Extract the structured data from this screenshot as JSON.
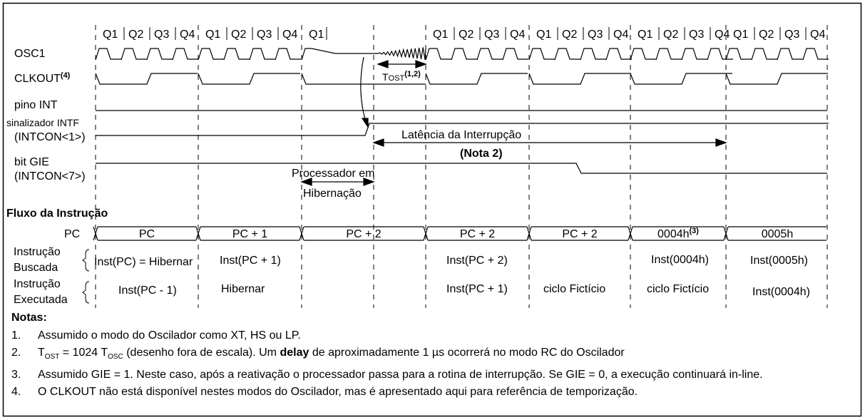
{
  "quarters": [
    "Q1",
    "Q2",
    "Q3",
    "Q4"
  ],
  "signals": {
    "osc1": "OSC1",
    "clkout": "CLKOUT",
    "clkout_note": "(4)",
    "pino_int": "pino INT",
    "intf_line1": "sinalizador  INTF",
    "intf_line2": "(INTCON<1>)",
    "gie_line1": "bit GIE",
    "gie_line2": "(INTCON<7>)"
  },
  "annotations": {
    "tost": "T",
    "tost_sub": "OST",
    "tost_note": "(1,2)",
    "latency": "Latência da Interrupção",
    "nota2": "(Nota 2)",
    "sleep_line1": "Processador em",
    "sleep_line2": "Hibernação"
  },
  "flow": {
    "title": "Fluxo da Instrução",
    "pc_label": "PC",
    "pc_values": [
      "PC",
      "PC + 1",
      "PC + 2",
      "PC + 2",
      "PC +  2",
      "0004h",
      "0005h"
    ],
    "pc_note": "(3)",
    "fetched_label1": "Instrução",
    "fetched_label2": "Buscada",
    "executed_label1": "Instrução",
    "executed_label2": "Executada",
    "fetched": [
      "Inst(PC) = Hibernar",
      "Inst(PC + 1)",
      "Inst(PC + 2)",
      "Inst(0004h)",
      "Inst(0005h)"
    ],
    "executed": [
      "Inst(PC - 1)",
      "Hibernar",
      "Inst(PC + 1)",
      "ciclo Fictício",
      "ciclo Fictício",
      "Inst(0004h)"
    ]
  },
  "notes": {
    "title": "Notas:",
    "n1": "Assumido o modo do Oscilador como XT, HS ou LP.",
    "n2_a": "T",
    "n2_sub1": "OST",
    "n2_b": " = 1024 T",
    "n2_sub2": "OSC",
    "n2_c": " (desenho fora de escala). Um ",
    "n2_bold": "delay",
    "n2_d": " de aproximadamente  1 µs ocorrerá no modo RC do Oscilador",
    "n3": "Assumido GIE = 1. Neste caso, após a reativação o processador passa para a rotina de interrupção. Se GIE = 0, a execução continuará in-line.",
    "n4": "O CLKOUT não está disponível nestes modos do Oscilador, mas é apresentado aqui para referência de temporização.",
    "nums": [
      "1.",
      "2.",
      "3.",
      "4."
    ]
  }
}
